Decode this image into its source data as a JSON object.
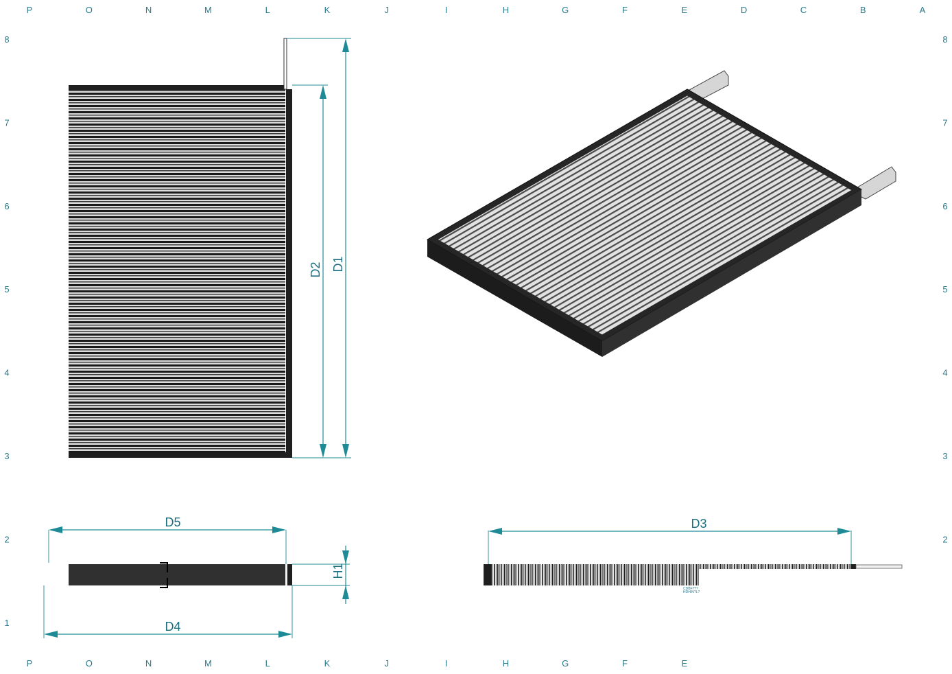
{
  "sheet": {
    "top_columns": [
      "P",
      "O",
      "N",
      "M",
      "L",
      "K",
      "J",
      "I",
      "H",
      "G",
      "F",
      "E",
      "D",
      "C",
      "B",
      "A"
    ],
    "bottom_columns": [
      "P",
      "O",
      "N",
      "M",
      "L",
      "K",
      "J",
      "I",
      "H",
      "G",
      "F",
      "E"
    ],
    "rows": [
      "8",
      "7",
      "6",
      "5",
      "4",
      "3",
      "2",
      "1"
    ]
  },
  "dimensions": {
    "d1": "D1",
    "d2": "D2",
    "d3": "D3",
    "d4": "D4",
    "d5": "D5",
    "h1": "H1"
  },
  "colors": {
    "dimension": "#1e8a96",
    "frame": "#1f1f1f",
    "pleat_light": "#d9d9d9",
    "pleat_dark": "#1a1a1a"
  },
  "side_view_tag": [
    "CDBF???",
    "HDHIN?L?"
  ]
}
